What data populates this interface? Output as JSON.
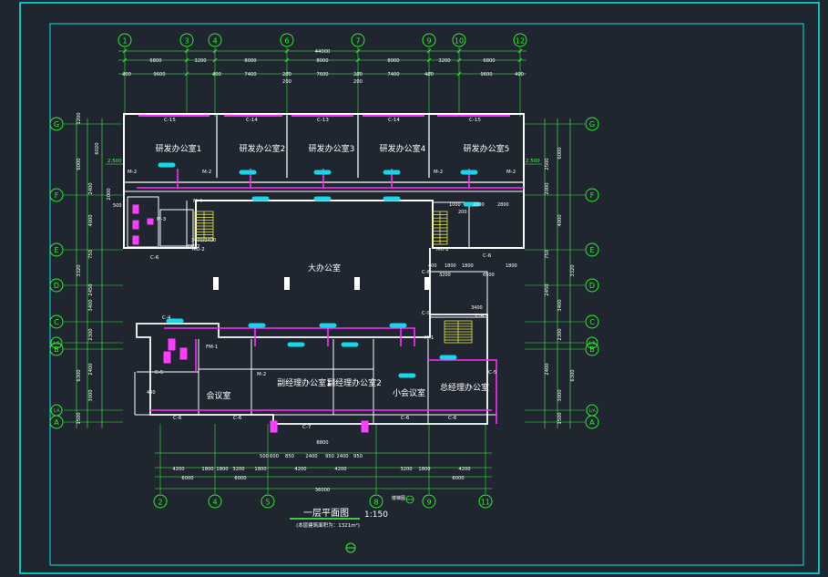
{
  "colors": {
    "background": "#1f2630",
    "frame": "#00e5e5",
    "axis": "#2cf02c",
    "wall": "#ffffff",
    "pipe_magenta": "#ff2cff",
    "pipe_cyan": "#16d6e8",
    "stair": "#e8e84a",
    "dim": "#4cff4c",
    "fixture": "#ff3cff"
  },
  "axes_top": [
    "1",
    "3",
    "4",
    "6",
    "7",
    "9",
    "10",
    "12"
  ],
  "axes_bottom": [
    "2",
    "4",
    "5",
    "8",
    "9",
    "11"
  ],
  "axes_rows": [
    "G",
    "F",
    "E",
    "D",
    "C",
    "B",
    "A"
  ],
  "axes_rows_sub": [
    "1/B",
    "1/A"
  ],
  "top_dims": {
    "total": "44000",
    "row2": [
      "6800",
      "3200",
      "8000",
      "8000",
      "8000",
      "3200",
      "6800"
    ],
    "row3": [
      "400",
      "9600",
      "400",
      "7400",
      "200",
      "7600",
      "200",
      "7400",
      "400",
      "9600",
      "400"
    ],
    "row3b": [
      "200",
      "200"
    ]
  },
  "bottom_dims": {
    "row1": [
      "500",
      "600",
      "850",
      "2400",
      "950",
      "2400",
      "950"
    ],
    "center": "8800",
    "row2": [
      "4200",
      "1800",
      "1800",
      "3200",
      "1800",
      "4200",
      "4200",
      "3200",
      "1800",
      "4200"
    ],
    "row3": [
      "6000",
      "6000",
      "6000"
    ],
    "total": "36000"
  },
  "left_dims": [
    "1200",
    "6000",
    "6020",
    "2400",
    "2000",
    "4000",
    "750",
    "3320",
    "2450",
    "3400",
    "2300",
    "6300",
    "2400",
    "3000",
    "1500"
  ],
  "right_dims": [
    "6000",
    "2500",
    "2000",
    "4000",
    "750",
    "3320",
    "2450",
    "3400",
    "2300",
    "6300",
    "2400",
    "3000",
    "1500"
  ],
  "rooms": {
    "rd1": "研发办公室1",
    "rd2": "研发办公室2",
    "rd3": "研发办公室3",
    "rd4": "研发办公室4",
    "rd5": "研发办公室5",
    "open_office": "大办公室",
    "meeting": "会议室",
    "vgm1": "副经理办公室1",
    "vgm2": "副经理办公室2",
    "small_meeting": "小会议室",
    "gm": "总经理办公室"
  },
  "tags": [
    "C-15",
    "C-14",
    "C-13",
    "C-14",
    "C-15",
    "M-2",
    "M-2",
    "M-2",
    "M-2",
    "M-3",
    "M-4",
    "C-6",
    "M0-2",
    "C-6",
    "M0-2",
    "C-8",
    "C-9",
    "C-4",
    "C-4",
    "C-5",
    "C-5",
    "C-6",
    "C-6",
    "C-7",
    "C-6",
    "C-6",
    "M-1",
    "M-2",
    "FM-1",
    "FM-2"
  ],
  "elev_left": "2.500",
  "elev_right": "2.500",
  "inner_dims": {
    "stair_left": "3400/3400",
    "stair_right": "3400",
    "f_block": [
      "500",
      "1000",
      "2000",
      "2800",
      "200"
    ],
    "e_block": [
      "400",
      "1800",
      "1800",
      "1800",
      "3200",
      "6500"
    ],
    "meeting_400": "400"
  },
  "title": {
    "main": "一层平面图",
    "scale": "1:150",
    "sub": "(本层建筑面积为：1321m²)",
    "note": "楼梯图"
  }
}
